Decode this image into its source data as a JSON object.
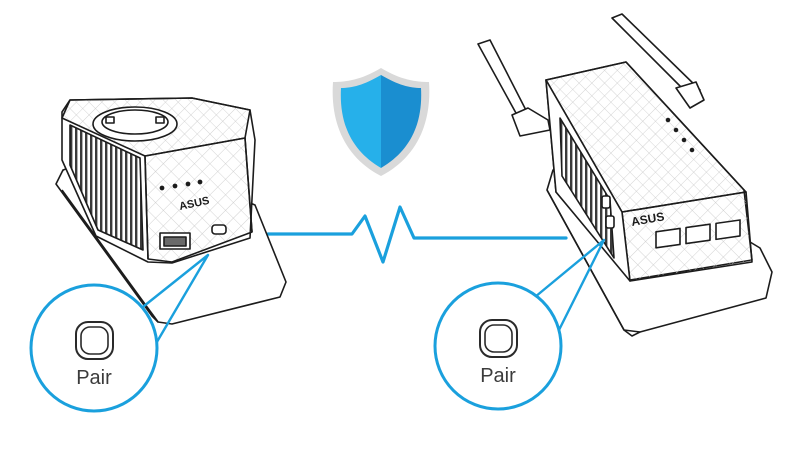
{
  "left_device": {
    "brand": "ASUS",
    "pair_callout_label": "Pair"
  },
  "right_device": {
    "brand": "ASUS",
    "pair_callout_label": "Pair"
  },
  "icons": {
    "security": "shield-icon",
    "connection": "signal-wave-icon",
    "pair_button": "pair-button-icon"
  },
  "colors": {
    "accent": "#1aa0dd",
    "shield_light": "#26b0ea",
    "shield_dark": "#1a8ed0",
    "shield_rim": "#d9d9d9",
    "outline": "#1c1c1c"
  }
}
